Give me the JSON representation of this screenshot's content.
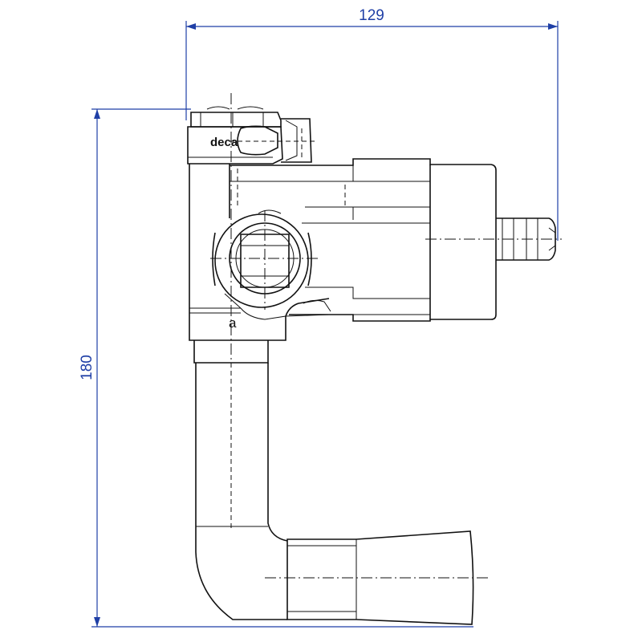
{
  "dimensions": {
    "width_label": "129",
    "height_label": "180"
  },
  "labels": {
    "brand": "deca",
    "lower_mark": "a"
  },
  "colors": {
    "dimension": "#1f3fa6",
    "outline": "#111111",
    "background": "#ffffff"
  }
}
